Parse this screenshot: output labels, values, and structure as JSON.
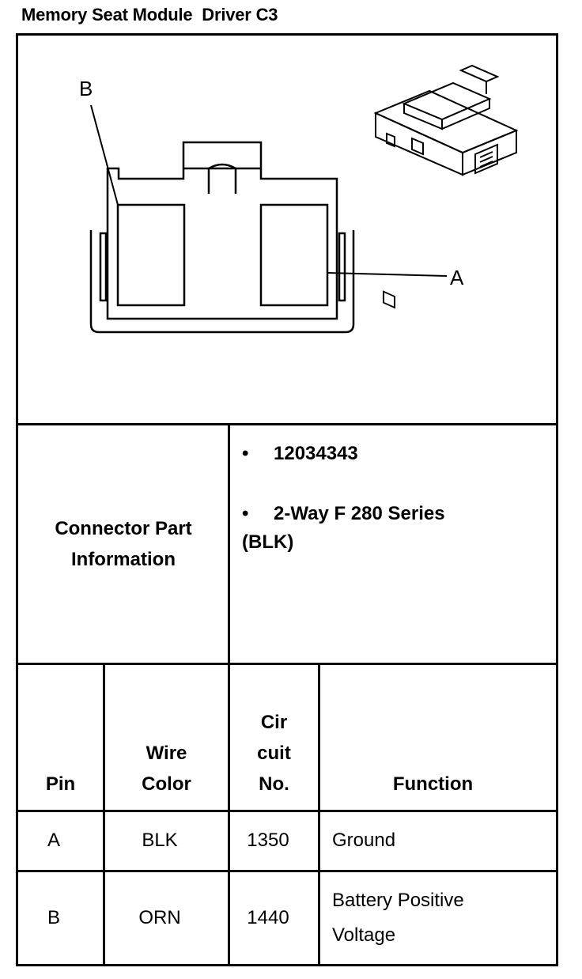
{
  "title": "Memory Seat Module  Driver C3",
  "diagram": {
    "label_b": "B",
    "label_a": "A"
  },
  "connector_info": {
    "label_line1": "Connector Part",
    "label_line2": "Information",
    "items": [
      "12034343",
      "2-Way F 280 Series",
      "(BLK)"
    ]
  },
  "table": {
    "headers": {
      "pin": "Pin",
      "wire_line1": "Wire",
      "wire_line2": "Color",
      "circuit_line1": "Cir",
      "circuit_line2": "cuit",
      "circuit_line3": "No.",
      "function": "Function"
    },
    "rows": [
      {
        "pin": "A",
        "wire_color": "BLK",
        "circuit": "1350",
        "function_line1": "Ground",
        "function_line2": ""
      },
      {
        "pin": "B",
        "wire_color": "ORN",
        "circuit": "1440",
        "function_line1": "Battery Positive",
        "function_line2": "Voltage"
      }
    ]
  }
}
